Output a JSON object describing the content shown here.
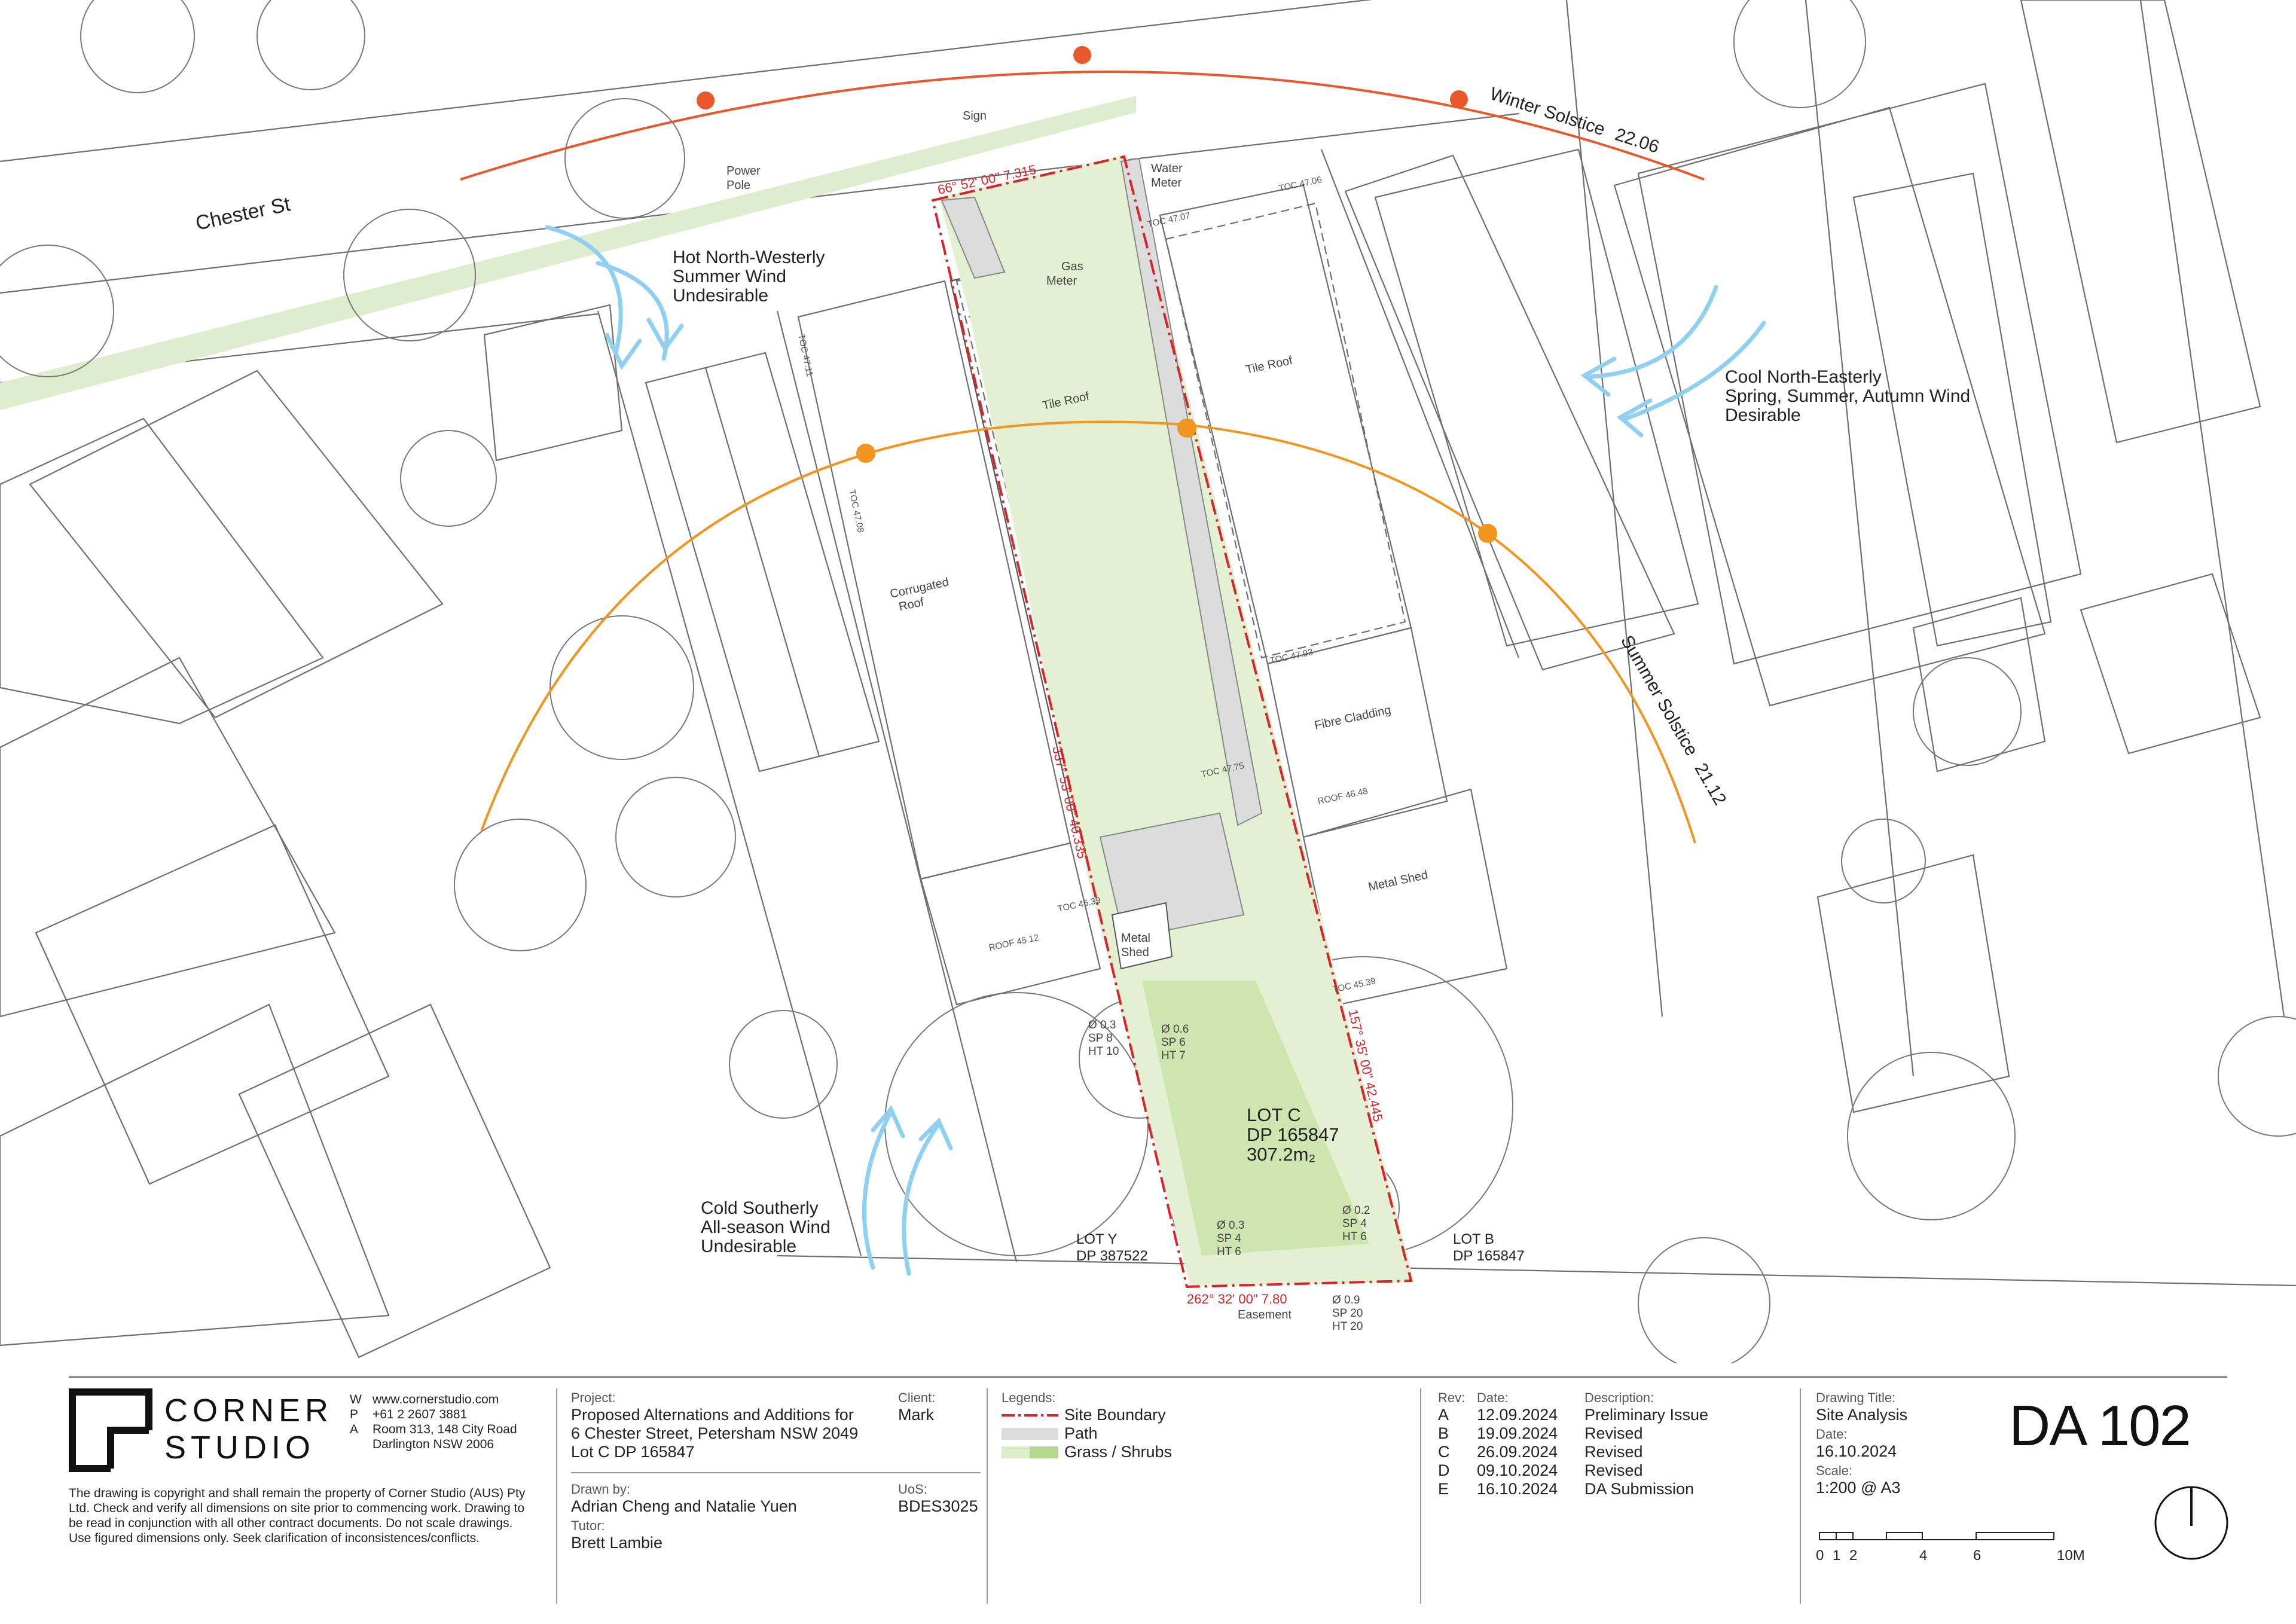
{
  "site": {
    "street": "Chester St",
    "sun_paths": {
      "winter": {
        "label": "Winter Solstice",
        "date": "22.06",
        "color": "#E8582A"
      },
      "summer": {
        "label": "Summer Solstice",
        "date": "21.12",
        "color": "#F2951F"
      }
    },
    "winds": [
      {
        "lines": [
          "Hot North-Westerly",
          "Summer Wind",
          "Undesirable"
        ]
      },
      {
        "lines": [
          "Cool North-Easterly",
          "Spring, Summer, Autumn Wind",
          "Desirable"
        ]
      },
      {
        "lines": [
          "Cold Southerly",
          "All-season Wind",
          "Undesirable"
        ]
      }
    ],
    "wind_color": "#8FD0F2",
    "labels": {
      "sign": "Sign",
      "power_pole": [
        "Power",
        "Pole"
      ],
      "water_meter": [
        "Water",
        "Meter"
      ],
      "gas_meter": [
        "Gas",
        "Meter"
      ],
      "tile_roof": "Tile Roof",
      "corrugated_roof": [
        "Corrugated",
        "Roof"
      ],
      "fibre_cladding": "Fibre Cladding",
      "metal_shed_right": "Metal  Shed",
      "metal_shed_site": [
        "Metal",
        "Shed"
      ],
      "easement": "Easement"
    },
    "spot_levels": {
      "toc_4706": "TOC 47.06",
      "toc_4707": "TOC 47.07",
      "toc_4711": "TOC 47.11",
      "toc_4708": "TOC 47.08",
      "toc_4793": "TOC 47.93",
      "toc_4775": "TOC 47.75",
      "toc_4539": "TOC 45.39",
      "toc_4539b": "TOC 45.39",
      "roof_4648": "ROOF 46.48",
      "roof_4512": "ROOF 45.12"
    },
    "lot": {
      "name": "LOT C",
      "dp": "DP 165847",
      "area": "307.2m₂"
    },
    "neighbours": [
      {
        "name": "LOT Y",
        "dp": "DP 387522"
      },
      {
        "name": "LOT B",
        "dp": "DP 165847"
      }
    ],
    "boundary_dims": {
      "north": "66° 52' 00\"  7.315",
      "west": "337° 53' 00\"  40.335",
      "east": "157° 35' 00\"  42.445",
      "south": "262° 32' 00\"  7.80"
    },
    "trees": [
      {
        "d": "Ø  0.3",
        "sp": "SP 8",
        "ht": "HT 10"
      },
      {
        "d": "Ø  0.6",
        "sp": "SP 6",
        "ht": "HT 7"
      },
      {
        "d": "Ø  0.3",
        "sp": "SP 4",
        "ht": "HT 6"
      },
      {
        "d": "Ø  0.2",
        "sp": "SP 4",
        "ht": "HT 6"
      },
      {
        "d": "Ø  0.9",
        "sp": "SP 20",
        "ht": "HT 20"
      }
    ],
    "colors": {
      "boundary": "#D8232A",
      "path": "#DCDCDC",
      "grass": "#CFE6B4",
      "shrub": "#B5D890",
      "line": "#6E6E6E"
    }
  },
  "title_block": {
    "company_top": "CORNER",
    "company_bottom": "STUDIO",
    "contact": [
      {
        "k": "W",
        "v": "www.cornerstudio.com"
      },
      {
        "k": "P",
        "v": "+61 2 2607 3881"
      },
      {
        "k": "A",
        "v": "Room 313, 148 City Road"
      },
      {
        "k": "",
        "v": "Darlington NSW 2006"
      }
    ],
    "disclaimer": [
      "The drawing is copyright and shall remain the property of Corner Studio (AUS) Pty",
      "Ltd. Check and verify all dimensions on site prior to commencing work. Drawing to",
      "be read in conjunction with all other contract documents. Do not scale drawings.",
      "Use figured dimensions only. Seek clarification of inconsistences/conflicts."
    ],
    "project_label": "Project:",
    "project": [
      "Proposed Alternations and Additions for",
      "6 Chester Street, Petersham NSW 2049",
      "Lot C DP 165847"
    ],
    "client_label": "Client:",
    "client": "Mark",
    "drawn_by_label": "Drawn by:",
    "drawn_by": "Adrian Cheng and Natalie Yuen",
    "uos_label": "UoS:",
    "uos": "BDES3025",
    "tutor_label": "Tutor:",
    "tutor": "Brett Lambie",
    "legends_label": "Legends:",
    "legends": [
      {
        "label": "Site Boundary",
        "kind": "boundary"
      },
      {
        "label": "Path",
        "kind": "path",
        "color": "#DCDCDC"
      },
      {
        "label": "Grass / Shrubs",
        "kind": "grass",
        "color": "#CFE6B4",
        "color2": "#B5D890"
      }
    ],
    "rev_header": {
      "rev": "Rev:",
      "date": "Date:",
      "desc": "Description:"
    },
    "revisions": [
      {
        "rev": "A",
        "date": "12.09.2024",
        "desc": "Preliminary Issue"
      },
      {
        "rev": "B",
        "date": "19.09.2024",
        "desc": "Revised"
      },
      {
        "rev": "C",
        "date": "26.09.2024",
        "desc": "Revised"
      },
      {
        "rev": "D",
        "date": "09.10.2024",
        "desc": "Revised"
      },
      {
        "rev": "E",
        "date": "16.10.2024",
        "desc": "DA Submission"
      }
    ],
    "drawing_title_label": "Drawing Title:",
    "drawing_title": "Site Analysis",
    "date_label": "Date:",
    "date": "16.10.2024",
    "scale_label": "Scale:",
    "scale": "1:200 @ A3",
    "scale_ticks": [
      "0",
      "1",
      "2",
      "4",
      "6",
      "10M"
    ],
    "drawing_no": "DA 102"
  }
}
